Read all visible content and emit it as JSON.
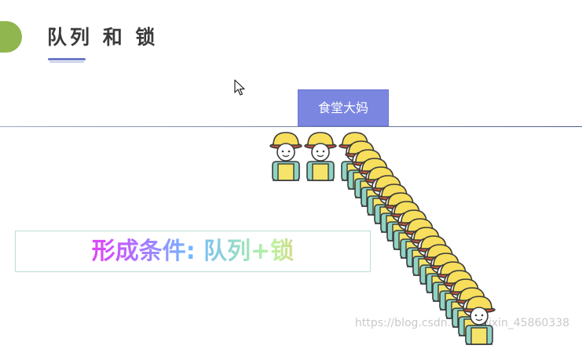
{
  "header": {
    "title": "队列 和 锁"
  },
  "canteen": {
    "label": "食堂大妈"
  },
  "condition": {
    "text": "形成条件: 队列+锁"
  },
  "watermark": {
    "text": "https://blog.csdn.net/weixin_45860338"
  },
  "colors": {
    "accent_green": "#8fb64f",
    "title_underline": "#6d79c9",
    "canteen_box": "#7b86e0",
    "helmet_yellow": "#f7de5c",
    "vest_yellow": "#f5e469",
    "shirt_teal": "#8fd3c4"
  },
  "icons": {
    "cursor": "mouse-pointer-icon",
    "person": "worker-person-icon"
  }
}
